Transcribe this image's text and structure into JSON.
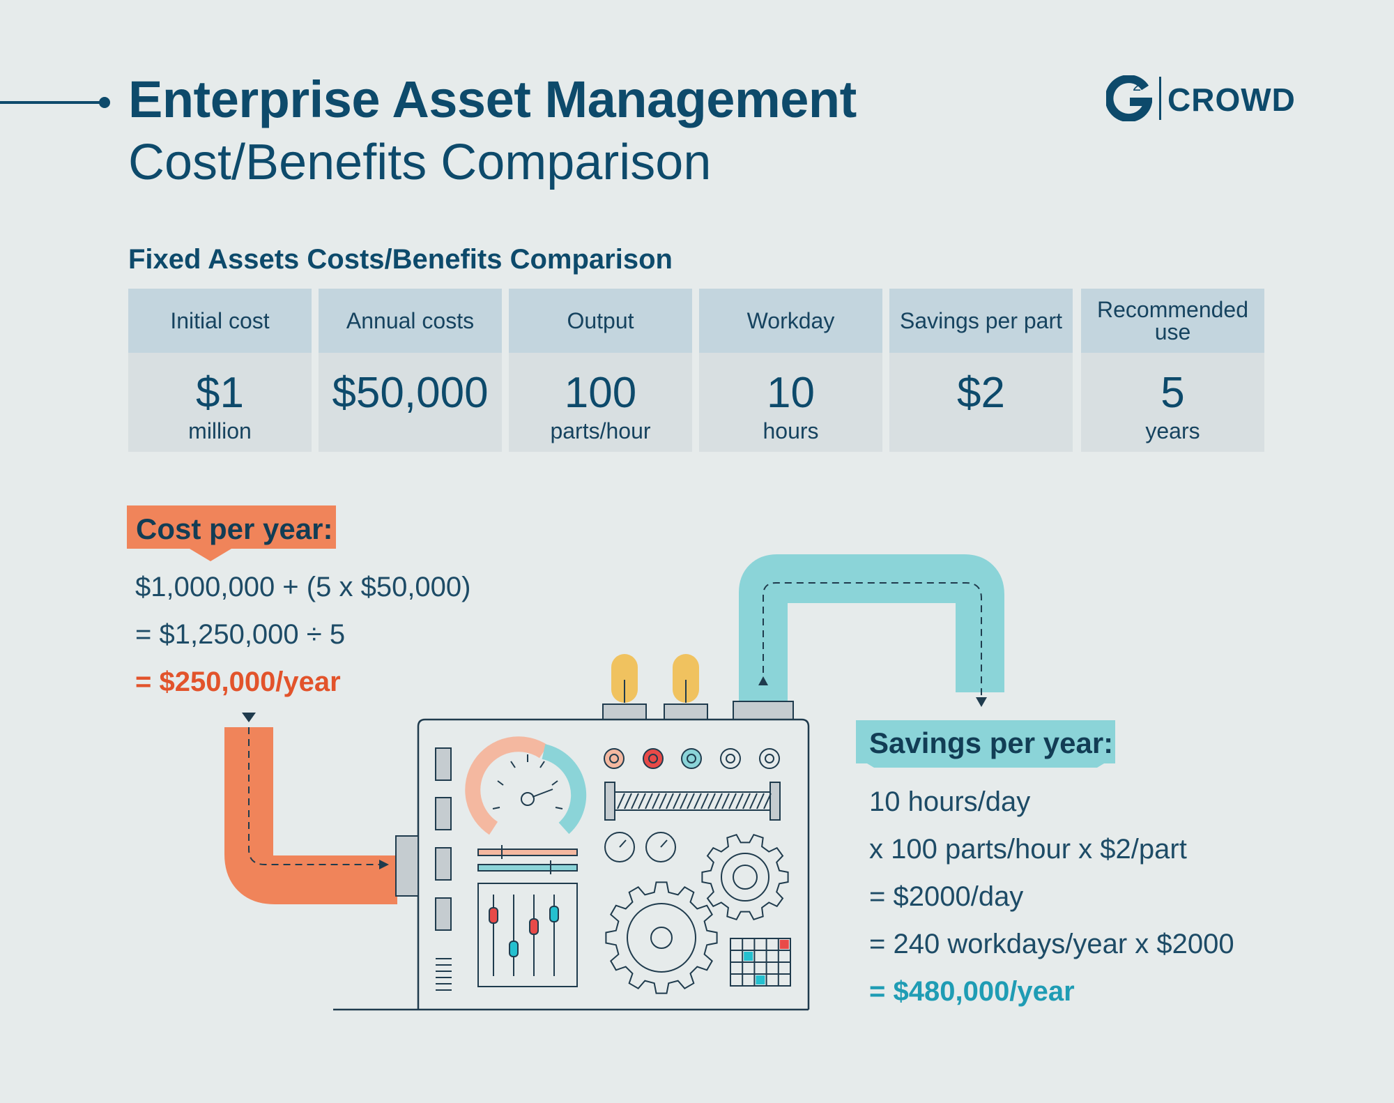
{
  "header": {
    "title": "Enterprise Asset Management",
    "subtitle": "Cost/Benefits Comparison"
  },
  "logo": {
    "superscript": "2",
    "text": "CROWD",
    "icon": "g2-logo-icon"
  },
  "table": {
    "title": "Fixed Assets Costs/Benefits Comparison",
    "columns": [
      {
        "header": "Initial cost",
        "value": "$1",
        "unit": "million"
      },
      {
        "header": "Annual costs",
        "value": "$50,000",
        "unit": ""
      },
      {
        "header": "Output",
        "value": "100",
        "unit": "parts/hour"
      },
      {
        "header": "Workday",
        "value": "10",
        "unit": "hours"
      },
      {
        "header": "Savings per part",
        "value": "$2",
        "unit": ""
      },
      {
        "header": "Recommended use",
        "value": "5",
        "unit": "years"
      }
    ]
  },
  "cost": {
    "label": "Cost per year:",
    "line1": "$1,000,000 + (5 x $50,000)",
    "line2": "= $1,250,000 ÷ 5",
    "result": "= $250,000/year"
  },
  "savings": {
    "label": "Savings per year:",
    "line1": "10 hours/day",
    "line2": "x 100 parts/hour x $2/part",
    "line3": "= $2000/day",
    "line4": "= 240 workdays/year x $2000",
    "result": "= $480,000/year"
  },
  "colors": {
    "navy": "#0d4a6b",
    "orange": "#f0845a",
    "teal": "#8bd4d8",
    "red_text": "#e2532b",
    "teal_text": "#1f9cb4",
    "bulb": "#f0c25f",
    "background": "#e6ebeb"
  },
  "icons": [
    "machine-illustration",
    "gauge-icon",
    "gear-icon",
    "light-bulb-icon",
    "pipe-icon"
  ]
}
